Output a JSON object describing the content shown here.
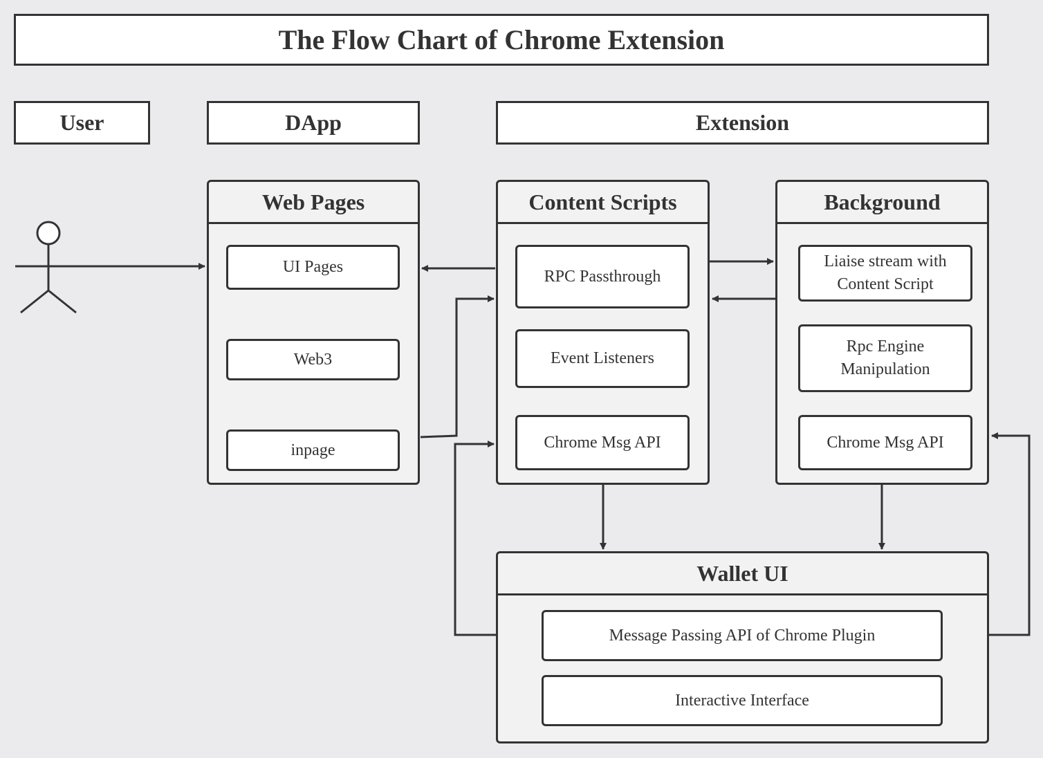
{
  "title": "The Flow Chart of Chrome Extension",
  "lanes": {
    "user": "User",
    "dapp": "DApp",
    "extension": "Extension"
  },
  "web_pages": {
    "title": "Web Pages",
    "items": [
      "UI Pages",
      "Web3",
      "inpage"
    ]
  },
  "content_scripts": {
    "title": "Content Scripts",
    "items": [
      "RPC Passthrough",
      "Event Listeners",
      "Chrome Msg API"
    ]
  },
  "background": {
    "title": "Background",
    "items": [
      "Liaise stream with Content Script",
      "Rpc Engine Manipulation",
      "Chrome Msg API"
    ]
  },
  "wallet_ui": {
    "title": "Wallet UI",
    "items": [
      "Message Passing API of Chrome Plugin",
      "Interactive Interface"
    ]
  },
  "colors": {
    "background": "#ebebed",
    "stroke": "#333333",
    "box_fill": "#ffffff",
    "container_fill": "#f2f2f3"
  }
}
